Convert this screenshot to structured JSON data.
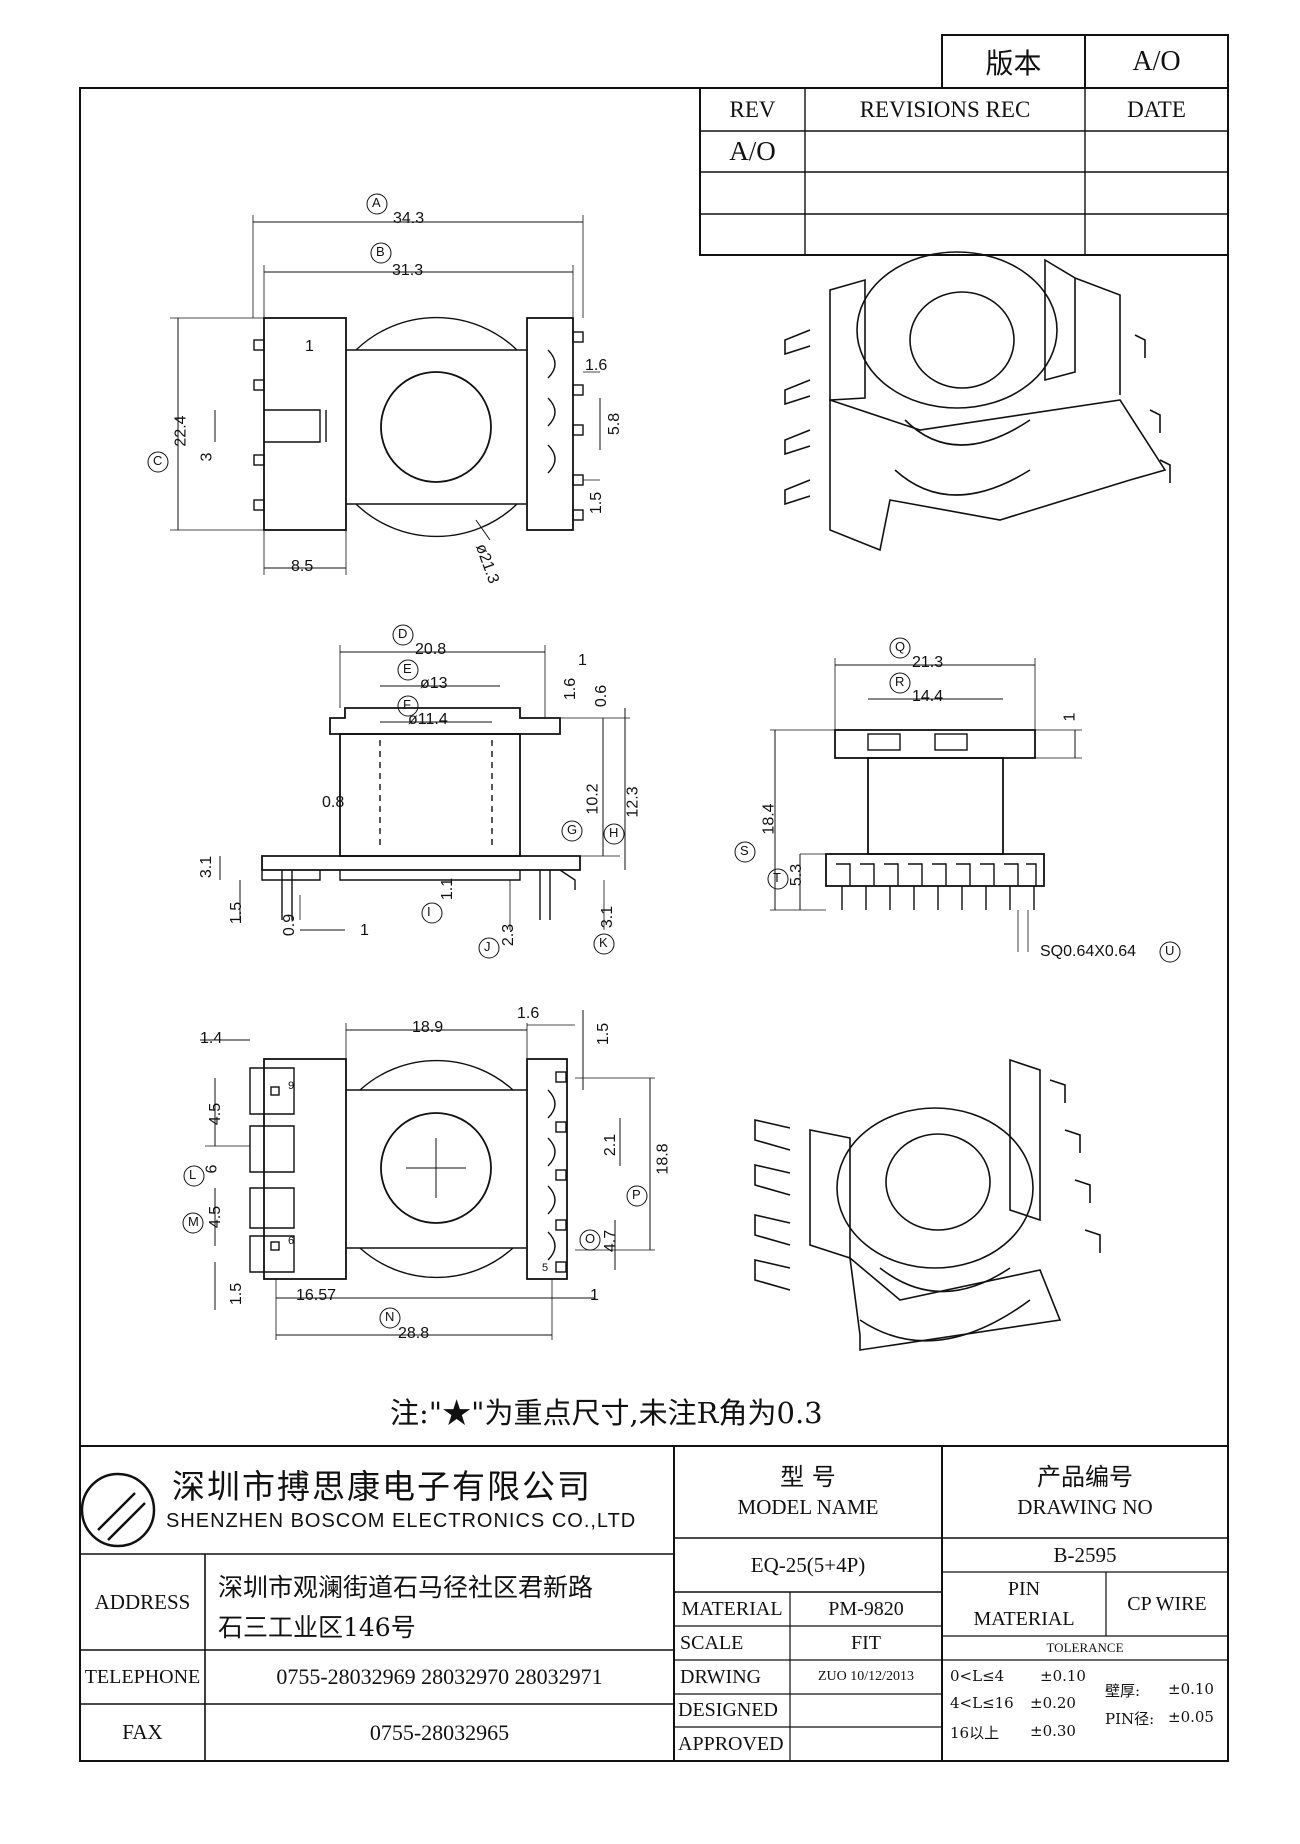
{
  "version_box": {
    "label": "版本",
    "value": "A/O"
  },
  "revision_table": {
    "headers": [
      "REV",
      "REVISIONS REC",
      "DATE"
    ],
    "rows": [
      [
        "A/O",
        "",
        ""
      ],
      [
        "",
        "",
        ""
      ],
      [
        "",
        "",
        ""
      ]
    ]
  },
  "dimensions": {
    "top_view": {
      "A": "34.3",
      "B": "31.3",
      "C": "22.4",
      "d1": "1",
      "d16": "1.6",
      "d58": "5.8",
      "d3": "3",
      "d15": "1.5",
      "d85": "8.5",
      "phi": "ø21.3"
    },
    "front_view": {
      "D": "20.8",
      "E": "ø13",
      "F": "ø11.4",
      "d1": "1",
      "d16": "1.6",
      "d06": "0.6",
      "d08": "0.8",
      "G": "10.2",
      "H": "12.3",
      "d31a": "3.1",
      "d15": "1.5",
      "d09": "0.9",
      "d1b": "1",
      "I": "1.1",
      "J": "2.3",
      "K": "3.1"
    },
    "side_view": {
      "Q": "21.3",
      "R": "14.4",
      "d1": "1",
      "S": "18.4",
      "T": "5.3",
      "U": "SQ0.64X0.64"
    },
    "bottom_view": {
      "d189": "18.9",
      "d16": "1.6",
      "d14": "1.4",
      "d15a": "1.5",
      "d45a": "4.5",
      "L": "6",
      "M": "4.5",
      "d15b": "1.5",
      "d21": "2.1",
      "P": "18.8",
      "O": "4.7",
      "d1657": "16.57",
      "d1": "1",
      "N": "28.8",
      "pin9": "9",
      "pin6": "6",
      "pin5": "5"
    },
    "markers": [
      "A",
      "B",
      "C",
      "D",
      "E",
      "F",
      "G",
      "H",
      "I",
      "J",
      "K",
      "L",
      "M",
      "N",
      "O",
      "P",
      "Q",
      "R",
      "S",
      "T",
      "U"
    ]
  },
  "note": "注:\"★\"为重点尺寸,未注R角为0.3",
  "title_block": {
    "company_cn": "深圳市搏思康电子有限公司",
    "company_en": "SHENZHEN BOSCOM ELECTRONICS CO.,LTD",
    "model_label_cn": "型      号",
    "model_label_en": "MODEL NAME",
    "drawing_label_cn": "产品编号",
    "drawing_label_en": "DRAWING NO",
    "model_value": "EQ-25(5+4P)",
    "drawing_value": "B-2595",
    "address_label": "ADDRESS",
    "address_line1": "深圳市观澜街道石马径社区君新路",
    "address_line2": "石三工业区146号",
    "telephone_label": "TELEPHONE",
    "telephone_value": "0755-28032969  28032970  28032971",
    "fax_label": "FAX",
    "fax_value": "0755-28032965",
    "material_label": "MATERIAL",
    "material_value": "PM-9820",
    "scale_label": "SCALE",
    "scale_value": "FIT",
    "drwing_label": "DRWING",
    "drwing_value": "ZUO  10/12/2013",
    "designed_label": "DESIGNED",
    "approved_label": "APPROVED",
    "pin_material_label1": "PIN",
    "pin_material_label2": "MATERIAL",
    "pin_material_value": "CP WIRE",
    "tolerance_label": "TOLERANCE",
    "tol_rows": [
      [
        "0<L≤4",
        "±0.10"
      ],
      [
        "4<L≤16",
        "±0.20"
      ],
      [
        "16以上",
        "±0.30"
      ]
    ],
    "wall_label": "壁厚:",
    "wall_value": "±0.10",
    "pin_dia_label": "PIN径:",
    "pin_dia_value": "±0.05"
  }
}
